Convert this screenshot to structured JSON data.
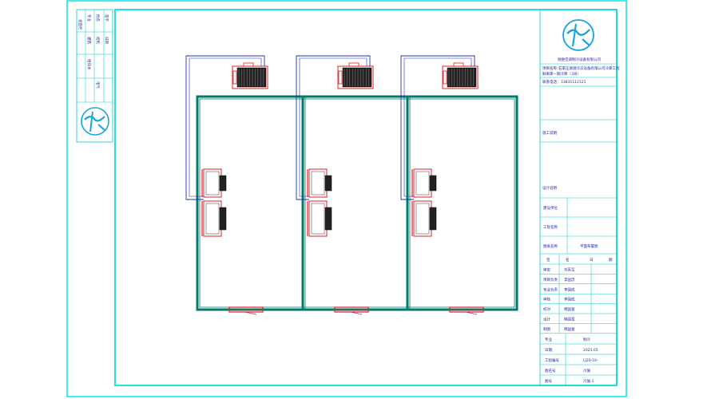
{
  "company": {
    "name": "驰驰空调制冷设备有限公司",
    "project_name_label": "项目名称：",
    "project_name_line1": "石家庄驰驰冷冻设备有限公司冷库工程",
    "project_name_line2": "鲜果库一期冷库（3间）",
    "phone_label": "联系电话：",
    "phone": "13831112121"
  },
  "sections": {
    "construction_notes": "施工说明",
    "design_notes": "设计说明"
  },
  "info_rows": [
    {
      "label": "建设单位",
      "value": ""
    },
    {
      "label": "工程名称",
      "value": ""
    },
    {
      "label": "图纸名称",
      "value": "平面布置图"
    }
  ],
  "sign_header": {
    "c1": "签",
    "c2": "名",
    "c3": "日",
    "c4": "期"
  },
  "sign_rows": [
    {
      "role": "审定",
      "name": "刘英军"
    },
    {
      "role": "项目负责",
      "name": "李国忠"
    },
    {
      "role": "专业负责",
      "name": "李国成"
    },
    {
      "role": "审核",
      "name": "李国成"
    },
    {
      "role": "校对",
      "name": "韩国富"
    },
    {
      "role": "设计",
      "name": "韩国富"
    },
    {
      "role": "制图",
      "name": "韩国富"
    }
  ],
  "bottom_rows": [
    {
      "label": "专业",
      "value": "制冷"
    },
    {
      "label": "日期",
      "value": "2021.05"
    },
    {
      "label": "工程编号",
      "value": "LJ20-10-"
    },
    {
      "label": "图名号",
      "value": "冷施"
    },
    {
      "label": "图号",
      "value": "冷施-1"
    }
  ],
  "left_strip": [
    "会签栏",
    "专业",
    "姓名",
    "签字",
    "日期",
    "建筑",
    "结构",
    "给排水",
    "电气"
  ],
  "colors": {
    "frame": "#00e5e5",
    "wall": "#007a6e",
    "pipe": "#1e2fb0",
    "unit_red": "#e0202a",
    "title_text": "#2222aa"
  },
  "icons": [
    "logo-icon",
    "logo-icon-left"
  ]
}
